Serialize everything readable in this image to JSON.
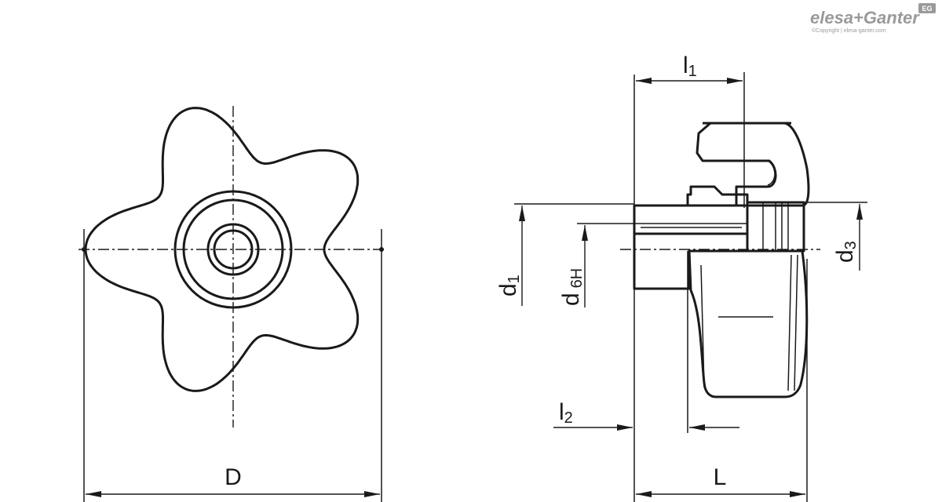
{
  "brand": {
    "logo_text": "elesa+Ganter",
    "badge_text": "EG",
    "copyright": "©Copyright | elesa-ganter.com"
  },
  "labels": {
    "D": "D",
    "L": "L",
    "l1_main": "l",
    "l1_sub": "1",
    "l2_main": "l",
    "l2_sub": "2",
    "d1_main": "d",
    "d1_sub": "1",
    "d6h_main": "d",
    "d6h_sub": "6H",
    "d3_main": "d",
    "d3_sub": "3"
  },
  "colors": {
    "line": "#1a1a1a",
    "logo": "#9a9a9a"
  }
}
